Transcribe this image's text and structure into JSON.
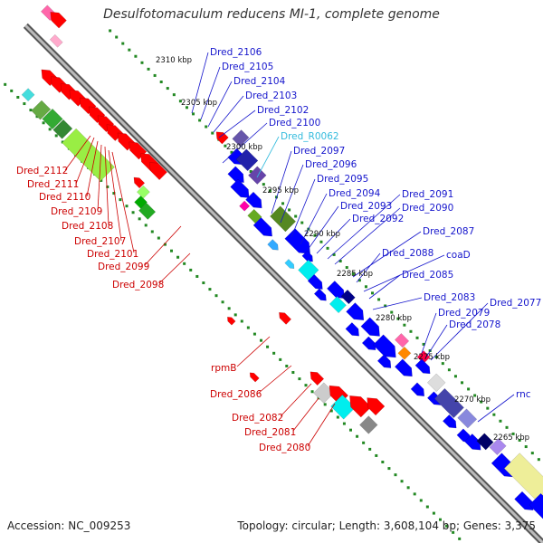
{
  "title": "Desulfotomaculum reducens MI-1, complete genome",
  "accession": "Accession: NC_009253",
  "summary": "Topology: circular; Length: 3,608,104 bp; Genes: 3,375",
  "colors": {
    "forward_genes": "#0000ff",
    "reverse_genes": "#ff0000",
    "backbone": "#888888",
    "gc_ticks": "#228822",
    "blue_label": "#1515cc",
    "red_label": "#cc0000",
    "rna_label": "#33bbdd"
  },
  "scale_labels": [
    "2310 kbp",
    "2305 kbp",
    "2300 kbp",
    "2295 kbp",
    "2290 kbp",
    "2285 kbp",
    "2280 kbp",
    "2275 kbp",
    "2270 kbp",
    "2265 kbp"
  ],
  "forward_labels": [
    "Dred_2106",
    "Dred_2105",
    "Dred_2104",
    "Dred_2103",
    "Dred_2102",
    "Dred_2100",
    "Dred_2097",
    "Dred_2096",
    "Dred_2095",
    "Dred_2094",
    "Dred_2093",
    "Dred_2092",
    "Dred_2091",
    "Dred_2090",
    "Dred_2087",
    "Dred_2088",
    "coaD",
    "Dred_2085",
    "Dred_2083",
    "Dred_2079",
    "Dred_2078",
    "Dred_2077",
    "rnc"
  ],
  "rna_labels": [
    "Dred_R0062"
  ],
  "reverse_labels": [
    "Dred_2112",
    "Dred_2111",
    "Dred_2110",
    "Dred_2109",
    "Dred_2108",
    "Dred_2107",
    "Dred_2101",
    "Dred_2099",
    "Dred_2098",
    "rpmB",
    "Dred_2086",
    "Dred_2082",
    "Dred_2081",
    "Dred_2080"
  ]
}
